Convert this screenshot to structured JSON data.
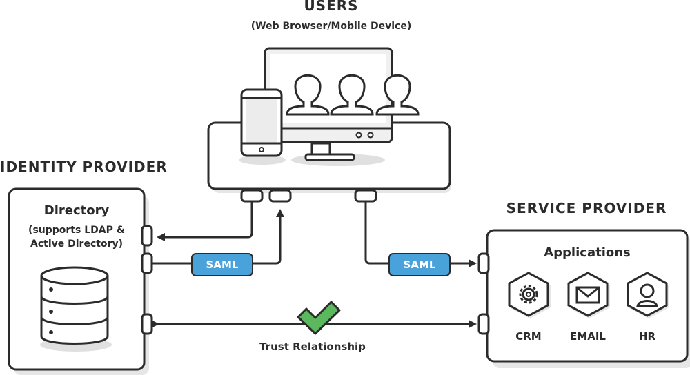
{
  "users": {
    "title": "USERS",
    "subtitle": "(Web Browser/Mobile Device)"
  },
  "identity_provider": {
    "title": "IDENTITY PROVIDER",
    "directory_title": "Directory",
    "directory_note_line1": "(supports LDAP &",
    "directory_note_line2": "Active Directory)"
  },
  "service_provider": {
    "title": "SERVICE PROVIDER",
    "apps_title": "Applications",
    "apps": [
      {
        "label": "CRM",
        "icon": "gear-icon"
      },
      {
        "label": "EMAIL",
        "icon": "envelope-icon"
      },
      {
        "label": "HR",
        "icon": "person-icon"
      }
    ]
  },
  "connections": {
    "saml_left": "SAML",
    "saml_right": "SAML",
    "trust": "Trust Relationship"
  },
  "colors": {
    "line": "#2b2b2b",
    "saml": "#4aa2db",
    "check": "#5cb85c",
    "shade": "#e6e6e6"
  }
}
